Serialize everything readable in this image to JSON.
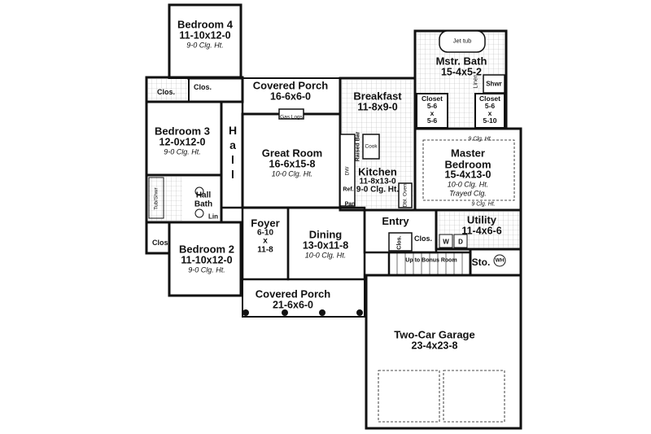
{
  "rooms": {
    "bedroom4": {
      "name": "Bedroom 4",
      "dims": "11-10x12-0",
      "ceiling": "9-0 Clg. Ht."
    },
    "bedroom3": {
      "name": "Bedroom 3",
      "dims": "12-0x12-0",
      "ceiling": "9-0 Clg. Ht."
    },
    "bedroom2": {
      "name": "Bedroom 2",
      "dims": "11-10x12-0",
      "ceiling": "9-0 Clg. Ht."
    },
    "covered_porch_rear": {
      "name": "Covered Porch",
      "dims": "16-6x6-0"
    },
    "covered_porch_front": {
      "name": "Covered Porch",
      "dims": "21-6x6-0"
    },
    "great_room": {
      "name": "Great Room",
      "dims": "16-6x15-8",
      "ceiling": "10-0 Clg. Ht."
    },
    "breakfast": {
      "name": "Breakfast",
      "dims": "11-8x9-0"
    },
    "kitchen": {
      "name": "Kitchen",
      "dims": "11-8x13-0",
      "ceiling": "9-0 Clg. Ht."
    },
    "mstr_bath": {
      "name": "Mstr. Bath",
      "dims": "15-4x5-2"
    },
    "master_bedroom": {
      "name1": "Master",
      "name2": "Bedroom",
      "dims": "15-4x13-0",
      "ceiling": "10-0 Clg. Ht.",
      "note": "Trayed Clg."
    },
    "utility": {
      "name": "Utility",
      "dims": "11-4x6-6"
    },
    "foyer": {
      "name": "Foyer",
      "dims1": "6-10",
      "dims_x": "x",
      "dims2": "11-8"
    },
    "dining": {
      "name": "Dining",
      "dims": "13-0x11-8",
      "ceiling": "10-0 Clg. Ht."
    },
    "entry": {
      "name": "Entry"
    },
    "garage": {
      "name": "Two-Car Garage",
      "dims": "23-4x23-8"
    },
    "hall": {
      "name": "Hall"
    },
    "hall_bath": {
      "name1": "Hall",
      "name2": "Bath"
    },
    "sto": {
      "name": "Sto."
    }
  },
  "small_labels": {
    "clos_b4": "Clos.",
    "clos_b3": "Clos.",
    "clos_b2": "Clos.",
    "clos_entry": "Clos.",
    "clos_entry2": "Clos.",
    "closet1": {
      "a": "Closet",
      "b": "5-6",
      "c": "x",
      "d": "5-6"
    },
    "closet2": {
      "a": "Closet",
      "b": "5-6",
      "c": "x",
      "d": "5-10"
    },
    "lin": "Lin",
    "linen": "Linen",
    "jet_tub": "Jet tub",
    "shwr": "Shwr",
    "tub_shwr": "Tub/Shwr",
    "gas_logs": "Gas Logs",
    "raised_bar": "Raised Bar",
    "ref": "Ref.",
    "pan": "Pan",
    "dw": "DW",
    "dbl_oven": "Dbl. Oven",
    "cook": "Cook",
    "w": "W",
    "dr": "D",
    "wh": "WH",
    "up_to_bonus": "Up to Bonus Room",
    "clg_ht_top": "9 Clg. Ht.",
    "clg_ht_bottom": "9 Clg. Ht."
  }
}
